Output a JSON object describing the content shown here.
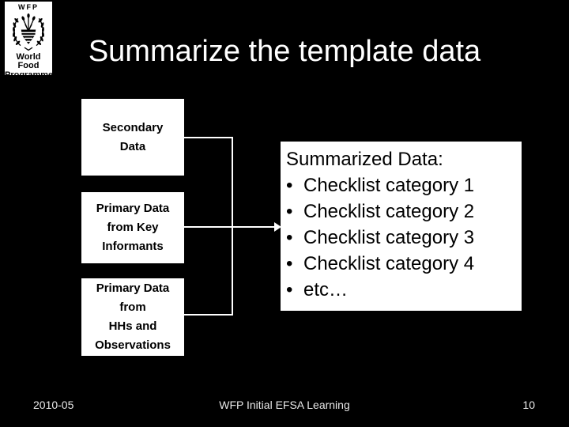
{
  "slide": {
    "title": "Summarize the template data"
  },
  "logo": {
    "top_label": "WFP",
    "org_line1": "World Food",
    "org_line2": "Programme",
    "emblem": "hand-holding-wheat-in-laurel-wreath"
  },
  "flow": {
    "boxes": [
      {
        "lines": [
          "Secondary",
          "Data"
        ]
      },
      {
        "lines": [
          "Primary Data",
          "from Key",
          "Informants"
        ]
      },
      {
        "lines": [
          "Primary Data",
          "from",
          "HHs and",
          "Observations"
        ]
      }
    ]
  },
  "summary": {
    "heading": "Summarized Data:",
    "bullet_char": "•",
    "items": [
      "Checklist category 1",
      "Checklist category 2",
      "Checklist category 3",
      "Checklist category 4",
      "etc…"
    ]
  },
  "footer": {
    "date": "2010-05",
    "center": "WFP Initial EFSA Learning",
    "page": "10"
  },
  "colors": {
    "background": "#000000",
    "box_fill": "#ffffff",
    "box_text": "#000000",
    "title_text": "#ffffff",
    "connector": "#ffffff",
    "footer_text": "#e8e8e8"
  }
}
